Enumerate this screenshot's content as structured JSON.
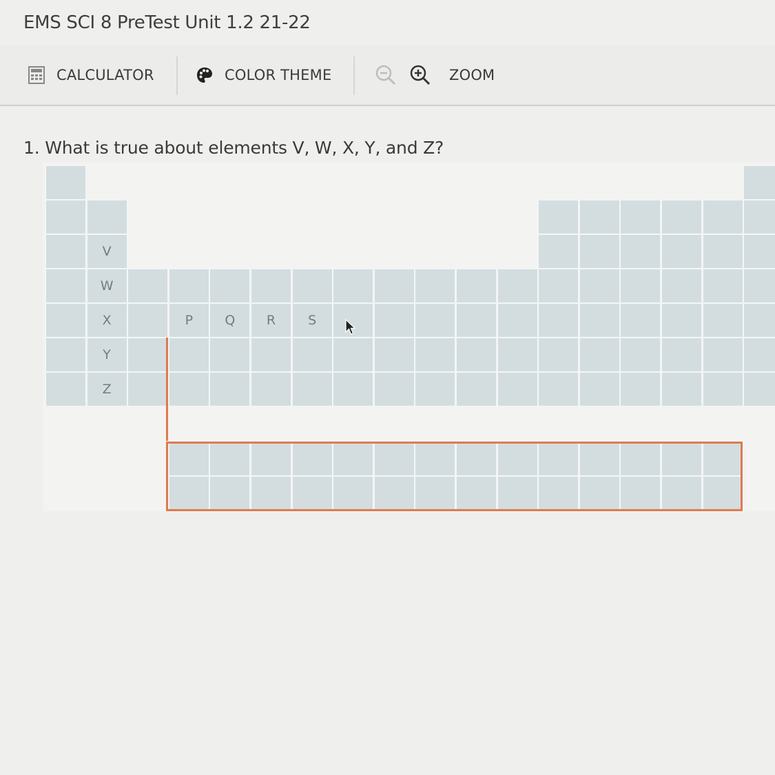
{
  "window": {
    "title": "EMS SCI 8 PreTest Unit 1.2 21-22"
  },
  "toolbar": {
    "calculator_label": "CALCULATOR",
    "color_theme_label": "COLOR THEME",
    "zoom_label": "ZOOM"
  },
  "question": {
    "text": "1. What is true about elements V, W, X, Y, and Z?"
  },
  "periodic_table": {
    "group2_labels": [
      "V",
      "W",
      "X",
      "Y",
      "Z"
    ],
    "period5_labels": [
      "P",
      "Q",
      "R",
      "S"
    ]
  },
  "colors": {
    "cell": "#d3dddf",
    "highlight": "#e07a4f"
  }
}
